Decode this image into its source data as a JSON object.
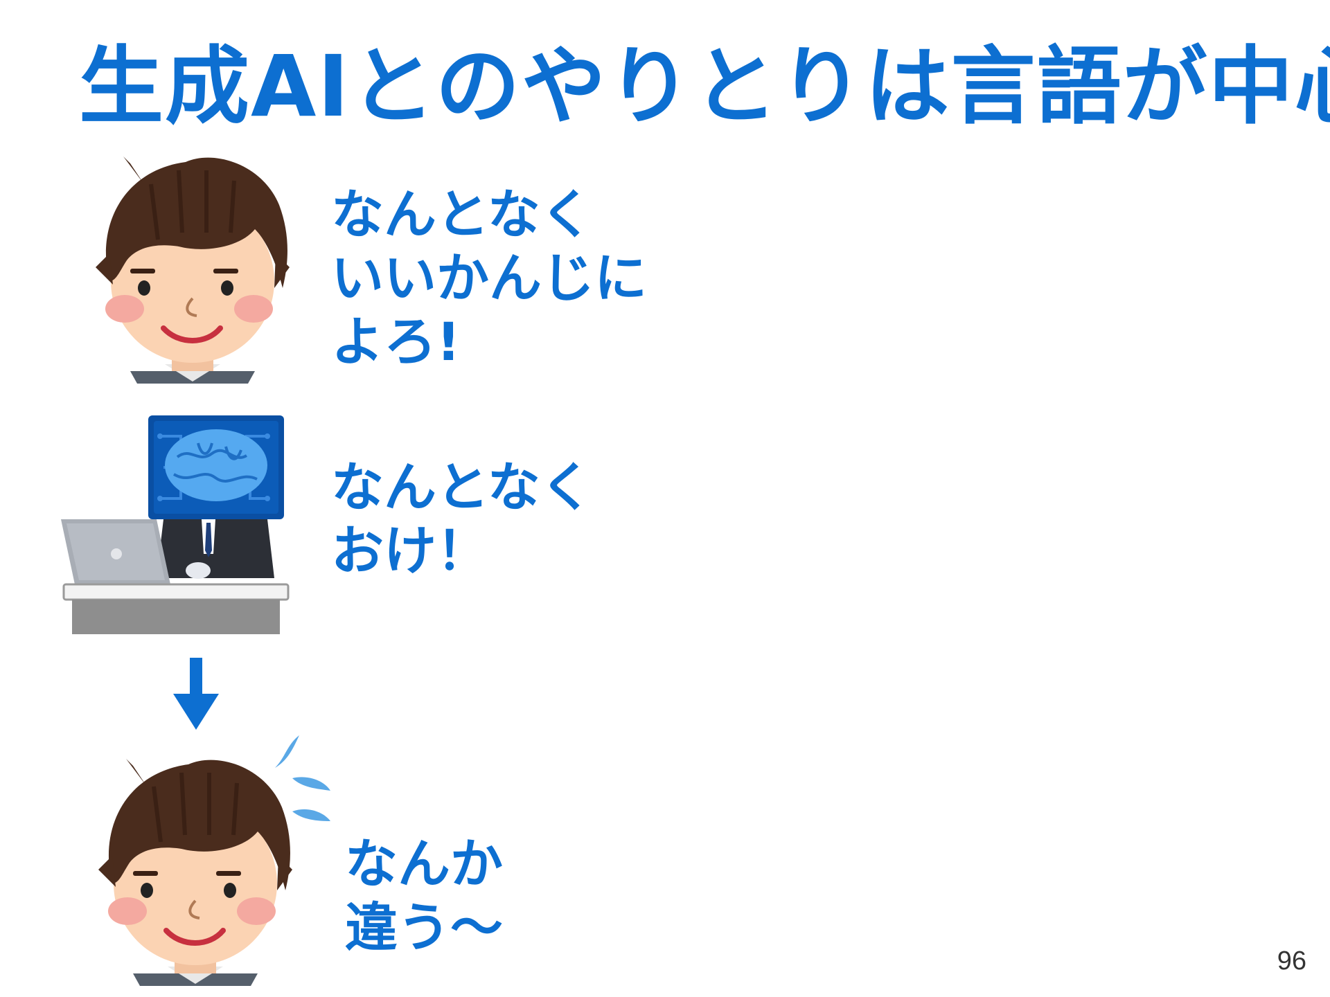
{
  "slide": {
    "title": "生成AIとのやりとりは言語が中心",
    "page_number": "96"
  },
  "speech_user_request": {
    "lines": [
      "なんとなく",
      "いいかんじに",
      "よろ!"
    ]
  },
  "speech_ai_reply": {
    "lines": [
      "なんとなく",
      "おけ！"
    ]
  },
  "speech_user_reaction": {
    "lines": [
      "なんか",
      "違う～"
    ]
  },
  "colors": {
    "accent": "#0d6fd1",
    "hair": "#4a2c1d",
    "skin": "#fbd3b3",
    "cheek": "#f4a9a0",
    "suit": "#555f6b",
    "screen": "#0a4fa3",
    "brain": "#55a9f0",
    "laptop": "#a8adb5",
    "desk": "#8e8e8e",
    "sweat": "#5aa8e6"
  },
  "icons": {
    "person_top": "smiling-man-icon",
    "ai": "ai-brain-monitor-icon",
    "arrow": "arrow-down-icon",
    "person_bottom": "sweating-man-icon"
  }
}
